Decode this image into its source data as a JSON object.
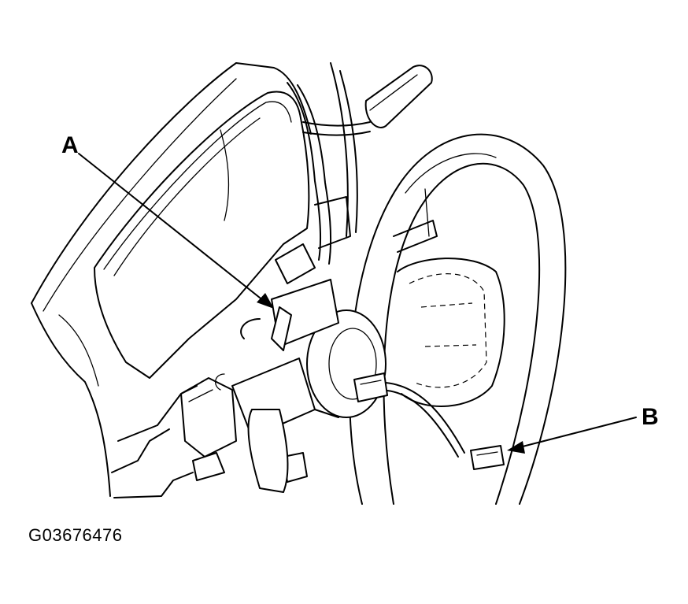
{
  "figure": {
    "id_label": "G03676476"
  },
  "callouts": {
    "a": "A",
    "b": "B"
  },
  "colors": {
    "line": "#000000",
    "background": "#ffffff"
  }
}
